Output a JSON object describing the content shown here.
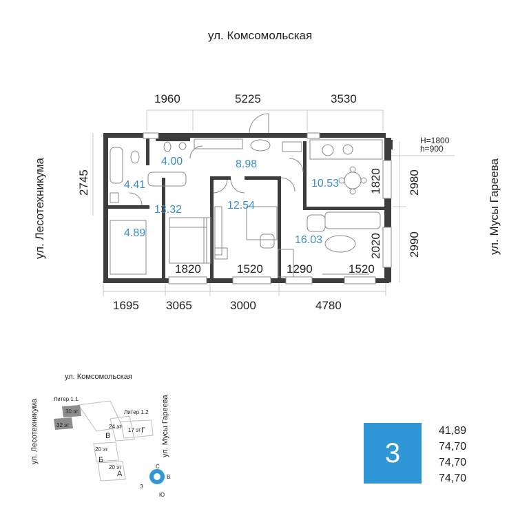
{
  "streets": {
    "top": "ул. Комсомольская",
    "left": "ул. Лесотехникума",
    "right": "ул. Мусы Гареева"
  },
  "dimensions": {
    "top": [
      "1960",
      "5225",
      "3530"
    ],
    "bottom": [
      "1695",
      "3065",
      "3000",
      "4780"
    ],
    "left": "2745",
    "right": [
      "2980",
      "2990"
    ],
    "inner": [
      "1820",
      "1520",
      "1290",
      "1520",
      "1820",
      "2020"
    ],
    "window_height": "H=1800",
    "sill_height": "h=900"
  },
  "rooms": [
    {
      "area": "4.00"
    },
    {
      "area": "8.98"
    },
    {
      "area": "10.53"
    },
    {
      "area": "4.41"
    },
    {
      "area": "13.32"
    },
    {
      "area": "12.54"
    },
    {
      "area": "4.89"
    },
    {
      "area": "16.03"
    }
  ],
  "site_plan": {
    "street_top": "ул. Комсомольская",
    "street_left": "ул. Лесотехникума",
    "street_right": "ул. Мусы Гареева",
    "liter_1": "Литер 1.1",
    "liter_2": "Литер 1.2",
    "floors": [
      "30 эт",
      "32 эт",
      "24 эт",
      "17 эт",
      "20 эт",
      "20 эт"
    ],
    "sections": [
      "В",
      "Г",
      "Б",
      "А"
    ],
    "compass": {
      "n": "С",
      "e": "В",
      "s": "Ю",
      "w": "З"
    }
  },
  "apartment": {
    "rooms_count": "3",
    "areas": [
      "41,89",
      "74,70",
      "74,70",
      "74,70"
    ]
  },
  "colors": {
    "accent": "#2f97d6",
    "wall": "#3d3d3d",
    "area_text": "#3a8fc8"
  }
}
